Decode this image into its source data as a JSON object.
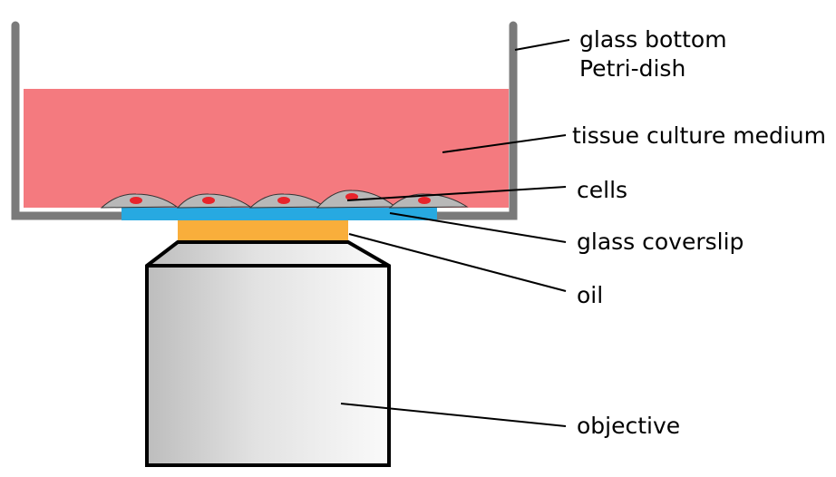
{
  "labels": {
    "dish_line1": "glass bottom",
    "dish_line2": "Petri-dish",
    "medium": "tissue culture medium",
    "cells": "cells",
    "coverslip": "glass coverslip",
    "oil": "oil",
    "objective": "objective"
  },
  "colors": {
    "dish": "#7a7a7a",
    "medium": "#f47a7f",
    "coverslip": "#27a9e1",
    "oil": "#f9ae3b",
    "cell": "#b8b8b8",
    "nucleus": "#e8242b"
  }
}
